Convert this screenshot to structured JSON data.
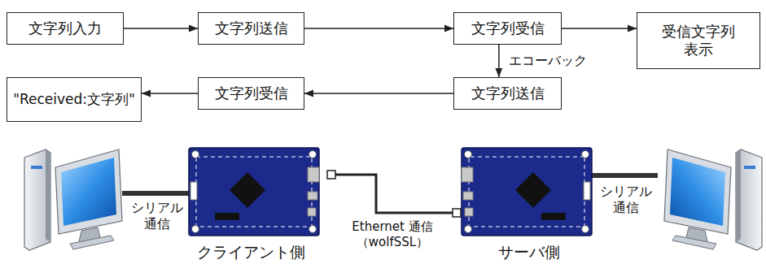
{
  "diagram": {
    "nodes": [
      {
        "text": [
          "文字列入力"
        ]
      },
      {
        "text": [
          "文字列送信"
        ]
      },
      {
        "text": [
          "文字列受信"
        ]
      },
      {
        "text": [
          "受信文字列 表示"
        ]
      },
      {
        "text": [
          "\"Received:文字列\""
        ]
      },
      {
        "text": [
          "文字列受信"
        ]
      },
      {
        "text": [
          "文字列送信"
        ]
      }
    ],
    "edges": [
      {
        "from": 0,
        "to": 1,
        "arrow": "to"
      },
      {
        "from": 1,
        "to": 2,
        "arrow": "to"
      },
      {
        "from": 2,
        "to": 3,
        "arrow": "to"
      },
      {
        "from": 2,
        "to": 6,
        "label": "エコーバック",
        "arrow": "to"
      },
      {
        "from": 6,
        "to": 5,
        "arrow": "to"
      },
      {
        "from": 5,
        "to": 4,
        "arrow": "to"
      }
    ],
    "labels": [
      "シリアル 通信",
      "クライアント側",
      "Ethernet 通信 （wolfSSL）",
      "サーバ側",
      "シリアル 通信"
    ]
  }
}
